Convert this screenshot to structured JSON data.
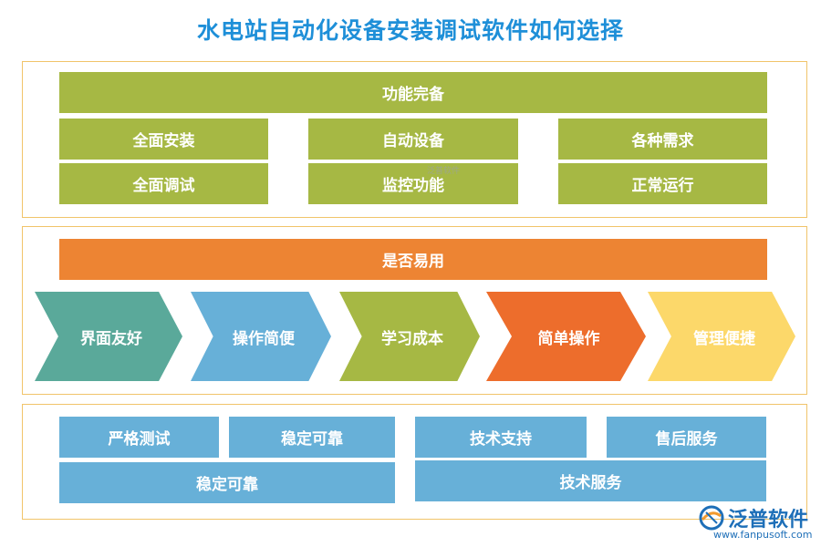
{
  "title": "水电站自动化设备安装调试软件如何选择",
  "section1": {
    "header": "功能完备",
    "items": [
      "全面安装",
      "自动设备",
      "各种需求",
      "全面调试",
      "监控功能",
      "正常运行"
    ]
  },
  "section2": {
    "header": "是否易用",
    "steps": [
      {
        "label": "界面友好",
        "color": "#5aa99a"
      },
      {
        "label": "操作简便",
        "color": "#67b0d8"
      },
      {
        "label": "学习成本",
        "color": "#a6b844"
      },
      {
        "label": "简单操作",
        "color": "#ed6d2c"
      },
      {
        "label": "管理便捷",
        "color": "#fcd86a"
      }
    ]
  },
  "section3": {
    "left": [
      "严格测试",
      "稳定可靠",
      "稳定可靠"
    ],
    "right": [
      "技术支持",
      "售后服务",
      "技术服务"
    ]
  },
  "watermark": "泛普软件",
  "logo": {
    "name": "泛普软件",
    "url": "www.fanpusoft.com"
  }
}
